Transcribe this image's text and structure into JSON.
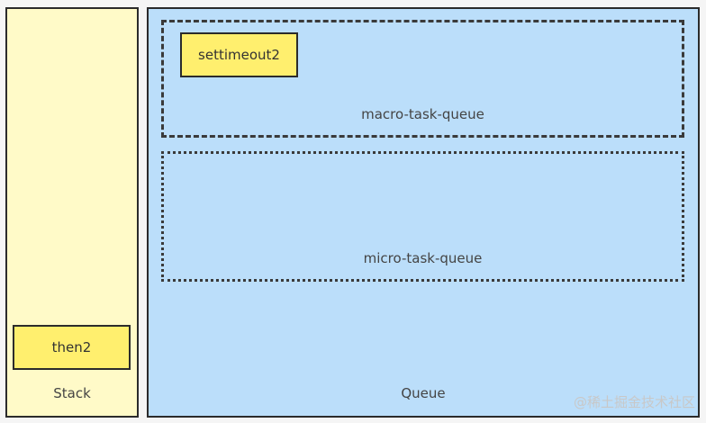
{
  "stack": {
    "label": "Stack",
    "items": [
      "then2"
    ]
  },
  "queue": {
    "label": "Queue",
    "macro_task_queue": {
      "label": "macro-task-queue",
      "items": [
        "settimeout2"
      ]
    },
    "micro_task_queue": {
      "label": "micro-task-queue",
      "items": []
    }
  },
  "watermark": "@稀土掘金技术社区",
  "colors": {
    "stack_bg": "#fffac8",
    "queue_bg": "#bbdefa",
    "task_bg": "#ffef6e",
    "border": "#2b2b2b"
  }
}
